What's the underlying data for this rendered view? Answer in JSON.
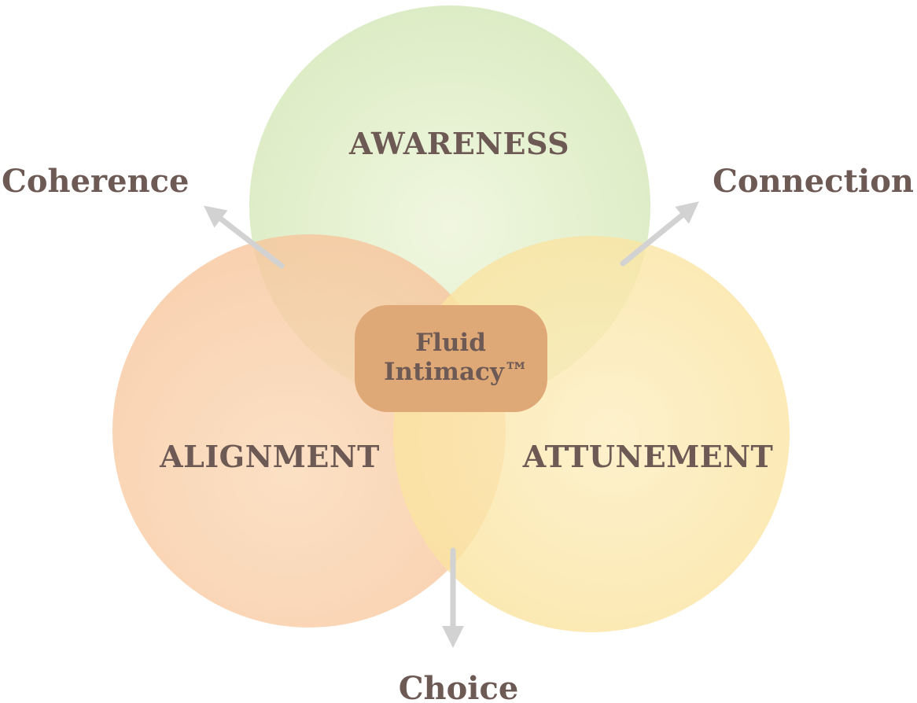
{
  "circles": {
    "top": {
      "label": "AWARENESS",
      "color": "#d8ebbf"
    },
    "left": {
      "label": "ALIGNMENT",
      "color": "#f9caa0"
    },
    "right": {
      "label": "ATTUNEMENT",
      "color": "#fbe5a2"
    }
  },
  "center": {
    "line1": "Fluid",
    "line2": "Intimacy™",
    "color": "#dfa877"
  },
  "outcomes": {
    "coherence": "Coherence",
    "connection": "Connection",
    "choice": "Choice"
  },
  "colors": {
    "text": "#6e5a55",
    "arrow": "#d2d2d2"
  }
}
